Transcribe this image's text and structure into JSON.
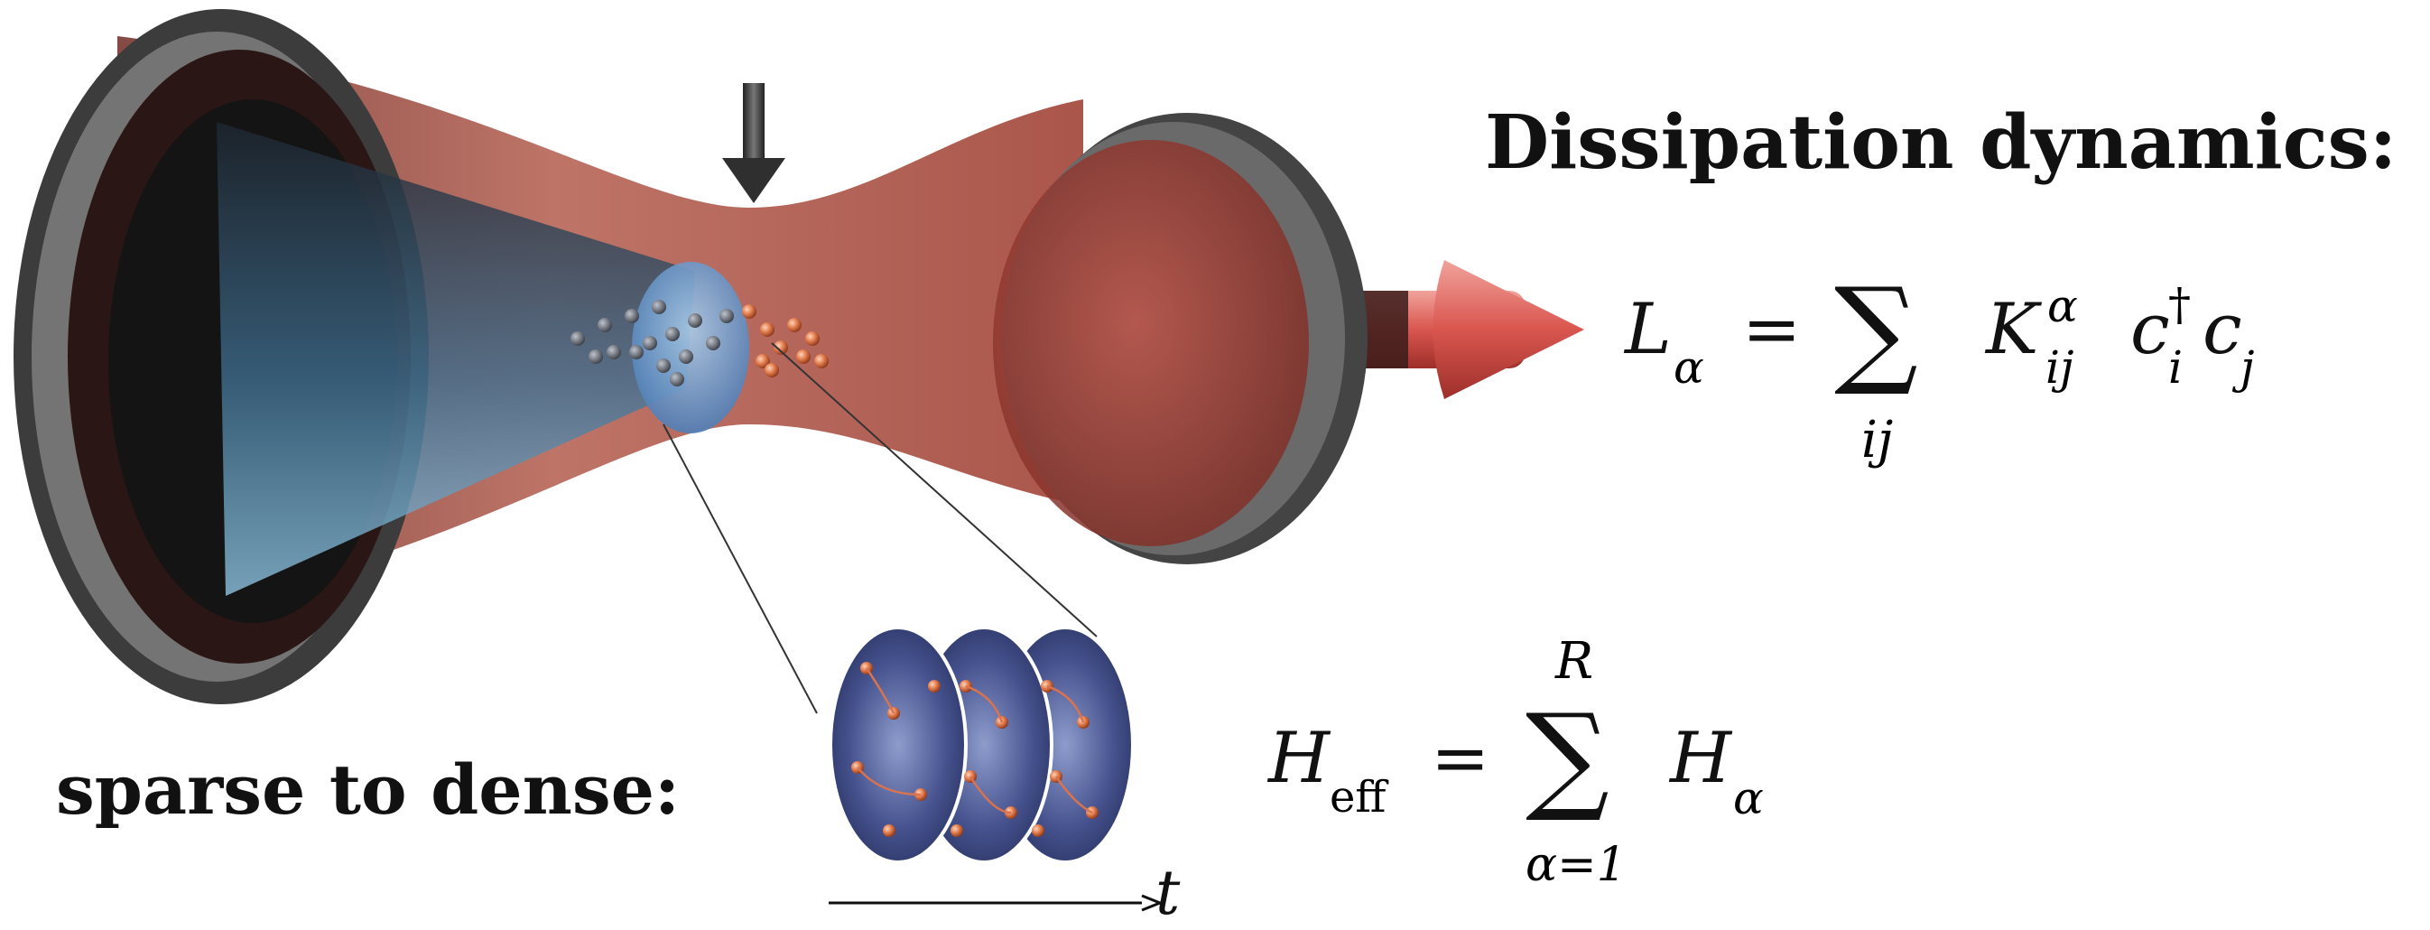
{
  "labels": {
    "dissipation_title": "Dissipation dynamics:",
    "sparse_label": "sparse to dense:",
    "time_axis_label": "t"
  },
  "equations": {
    "dissipation": {
      "lhs": "L",
      "lhs_sub": "α",
      "equals": "=",
      "sum": "∑",
      "sum_index": "ij",
      "operator": "K",
      "operator_sub": "ij",
      "operator_sup": "α",
      "c1": "c",
      "c1_sub": "i",
      "c1_sup": "†",
      "c2": "c",
      "c2_sub": "j"
    },
    "hamiltonian": {
      "lhs": "H",
      "lhs_sub": "eff",
      "equals": "=",
      "sum": "∑",
      "sum_lower": "α=1",
      "sum_upper": "R",
      "term": "H",
      "term_sub": "α"
    }
  },
  "colors": {
    "beam_red": "#b5574a",
    "beam_blue": "#6aa8cf",
    "mirror_gray": "#5c5c5c",
    "arrow_red": "#d9564f",
    "disc_blue": "#33407a",
    "particle_orange": "#d9734f"
  },
  "icons": {
    "pump_arrow": "down-arrow-icon",
    "output_arrow": "right-arrow-icon"
  }
}
